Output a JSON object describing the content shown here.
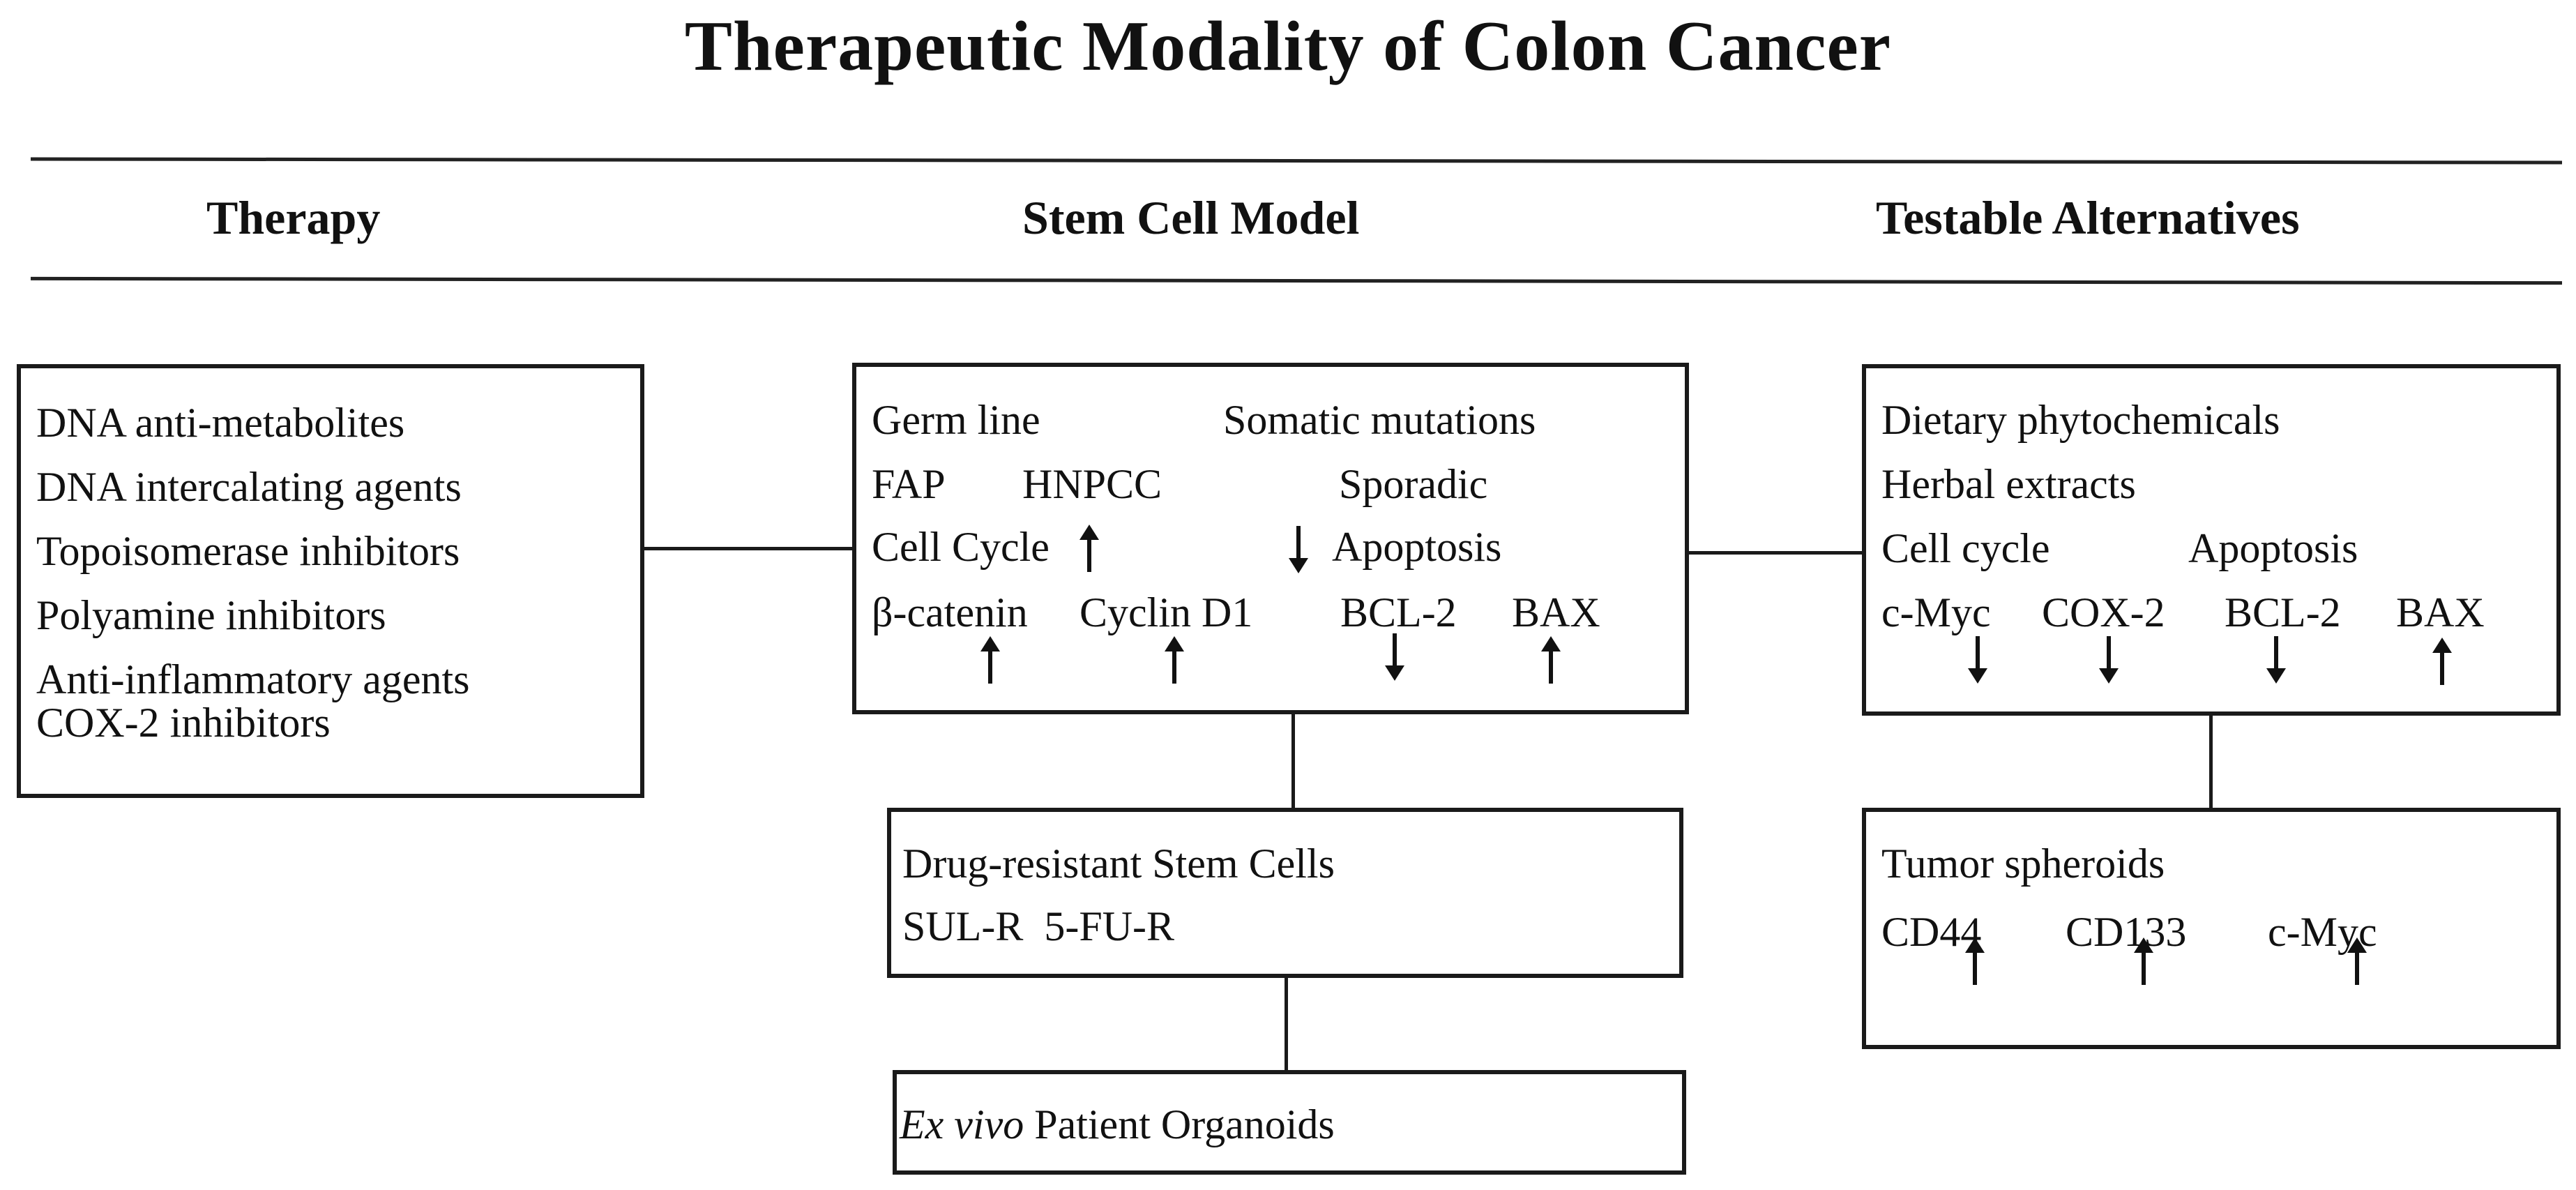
{
  "title": "Therapeutic Modality of Colon Cancer",
  "headers": {
    "therapy": "Therapy",
    "stem_cell_model": "Stem Cell Model",
    "testable_alternatives": "Testable Alternatives"
  },
  "therapy_box": {
    "lines": [
      "DNA anti-metabolites",
      "DNA intercalating agents",
      "Topoisomerase inhibitors",
      "Polyamine inhibitors",
      "Anti-inflammatory agents",
      "COX-2 inhibitors"
    ]
  },
  "stem_box": {
    "germ_line": "Germ line",
    "somatic_mutations": "Somatic mutations",
    "fap": "FAP",
    "hnpcc": "HNPCC",
    "sporadic": "Sporadic",
    "cell_cycle": "Cell Cycle",
    "apoptosis": "Apoptosis",
    "markers": [
      "β-catenin",
      "Cyclin D1",
      "BCL-2",
      "BAX"
    ],
    "marker_directions": [
      "up",
      "up",
      "down",
      "up"
    ],
    "cell_cycle_direction": "up",
    "apoptosis_direction": "down"
  },
  "drug_resistant_box": {
    "title": "Drug-resistant Stem Cells",
    "items": "SUL-R  5-FU-R"
  },
  "organoids_box": {
    "italic": "Ex vivo",
    "rest": " Patient Organoids"
  },
  "alternatives_box": {
    "line1": "Dietary phytochemicals",
    "line2": "Herbal extracts",
    "cell_cycle": "Cell cycle",
    "apoptosis": "Apoptosis",
    "markers": [
      "c-Myc",
      "COX-2",
      "BCL-2",
      "BAX"
    ],
    "marker_directions": [
      "down",
      "down",
      "down",
      "up"
    ]
  },
  "spheroids_box": {
    "title": "Tumor spheroids",
    "markers": [
      "CD44",
      "CD133",
      "c-Myc"
    ],
    "marker_directions": [
      "up",
      "up",
      "up"
    ]
  }
}
